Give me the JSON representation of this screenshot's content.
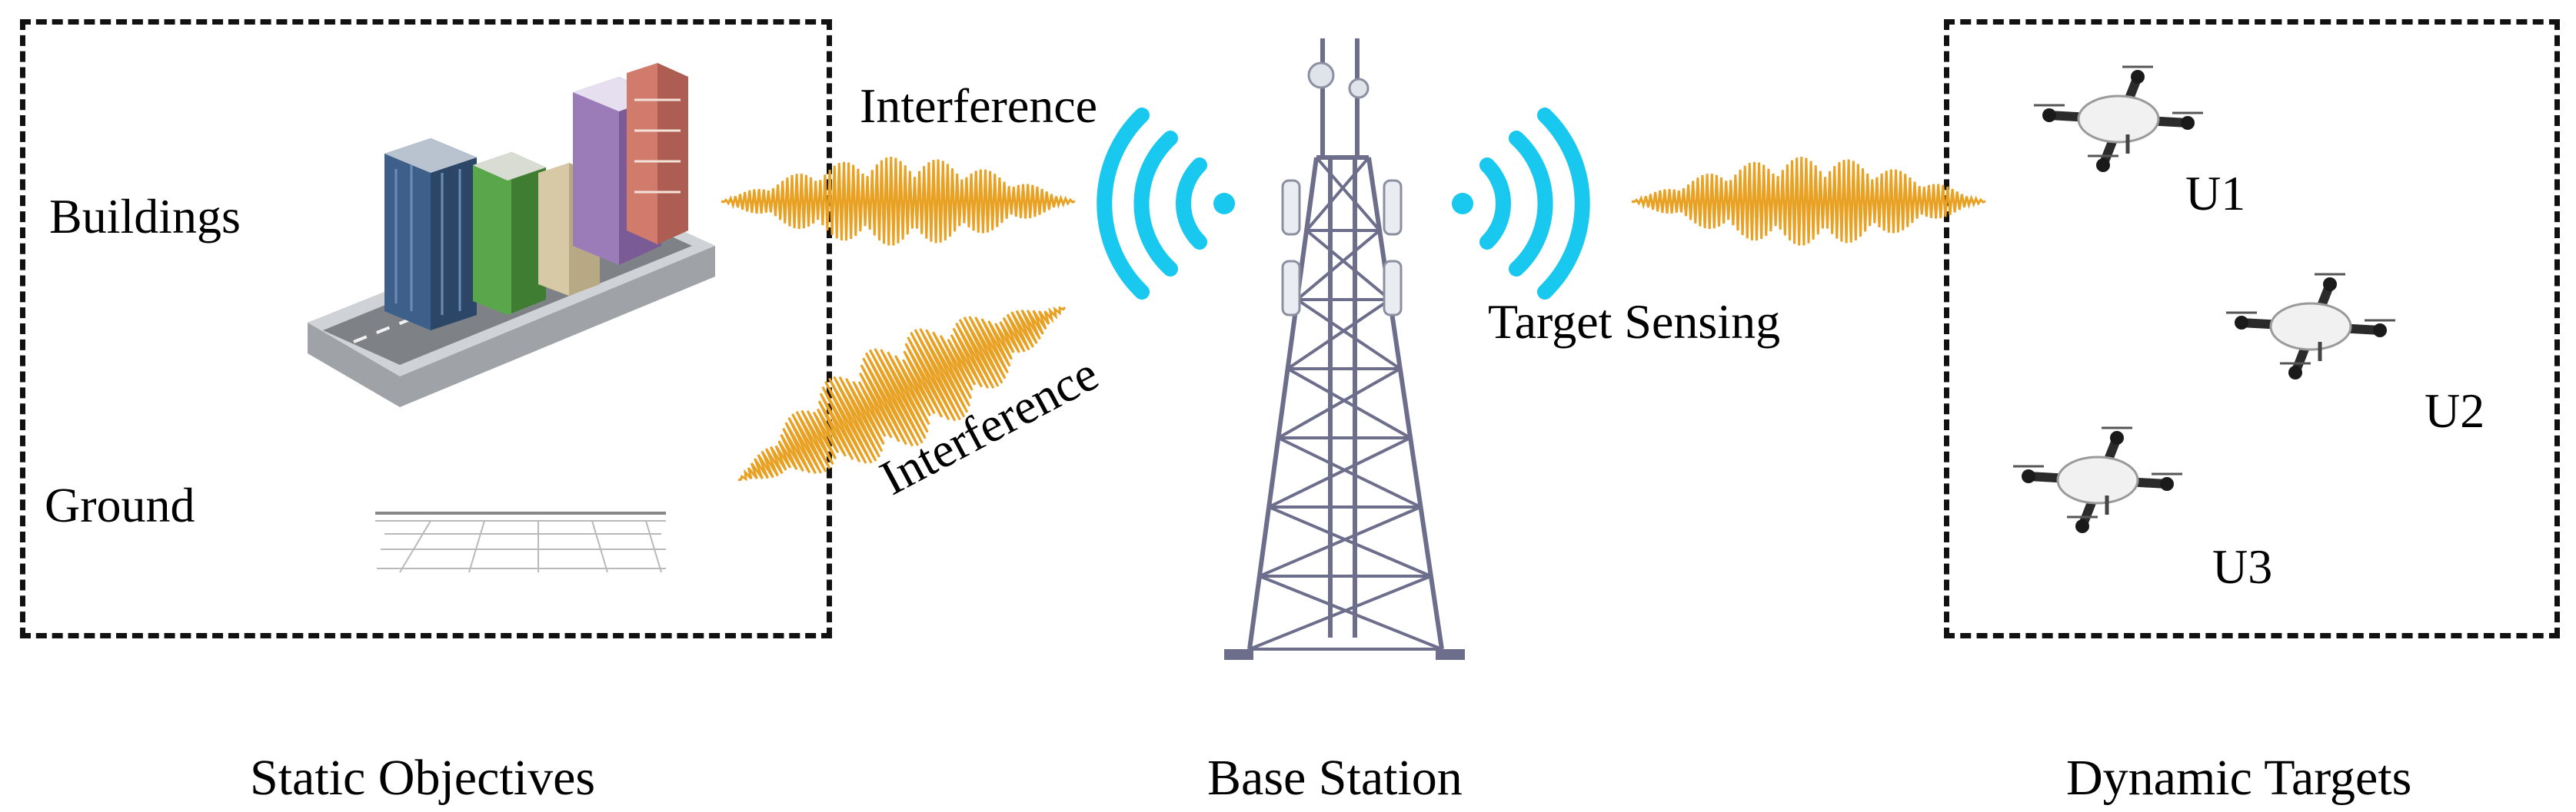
{
  "left_panel": {
    "buildings_label": "Buildings",
    "ground_label": "Ground",
    "caption": "Static Objectives"
  },
  "center": {
    "interference_top": "Interference",
    "interference_diag": "Interference",
    "sensing_label": "Target Sensing",
    "caption": "Base Station"
  },
  "right_panel": {
    "targets": [
      "U1",
      "U2",
      "U3"
    ],
    "caption": "Dynamic Targets"
  },
  "colors": {
    "wave": "#e8a122",
    "signal": "#18c8ee",
    "tower": "#6d6e8c",
    "border": "#111111"
  },
  "icons": [
    "city-block-icon",
    "ground-grid-icon",
    "cell-tower-icon",
    "wifi-signal-icon",
    "drone-icon"
  ]
}
